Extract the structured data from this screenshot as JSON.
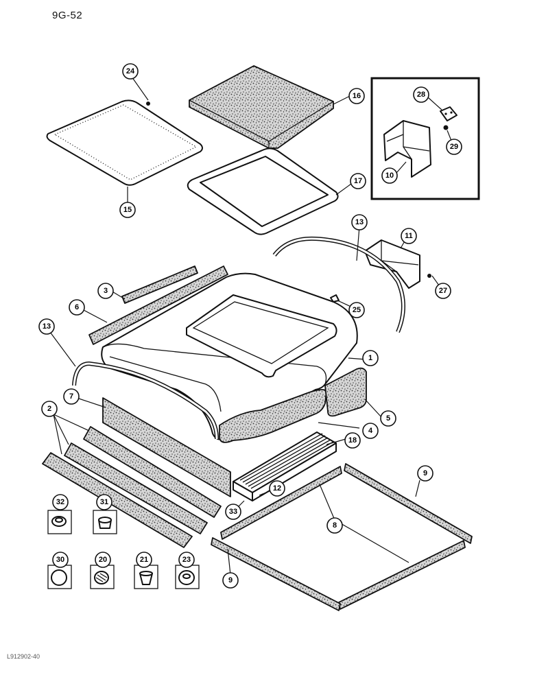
{
  "page_number": "9G-52",
  "drawing_code": "L912902-40",
  "callouts": [
    {
      "id": "24",
      "label": "24"
    },
    {
      "id": "16",
      "label": "16"
    },
    {
      "id": "28",
      "label": "28"
    },
    {
      "id": "29",
      "label": "29"
    },
    {
      "id": "10",
      "label": "10"
    },
    {
      "id": "17",
      "label": "17"
    },
    {
      "id": "15",
      "label": "15"
    },
    {
      "id": "13a",
      "label": "13"
    },
    {
      "id": "11",
      "label": "11"
    },
    {
      "id": "27",
      "label": "27"
    },
    {
      "id": "3",
      "label": "3"
    },
    {
      "id": "25",
      "label": "25"
    },
    {
      "id": "6",
      "label": "6"
    },
    {
      "id": "13b",
      "label": "13"
    },
    {
      "id": "1",
      "label": "1"
    },
    {
      "id": "7",
      "label": "7"
    },
    {
      "id": "2",
      "label": "2"
    },
    {
      "id": "5",
      "label": "5"
    },
    {
      "id": "4",
      "label": "4"
    },
    {
      "id": "18",
      "label": "18"
    },
    {
      "id": "9a",
      "label": "9"
    },
    {
      "id": "12",
      "label": "12"
    },
    {
      "id": "32",
      "label": "32"
    },
    {
      "id": "31",
      "label": "31"
    },
    {
      "id": "33",
      "label": "33"
    },
    {
      "id": "8",
      "label": "8"
    },
    {
      "id": "30",
      "label": "30"
    },
    {
      "id": "20",
      "label": "20"
    },
    {
      "id": "21",
      "label": "21"
    },
    {
      "id": "23",
      "label": "23"
    },
    {
      "id": "9b",
      "label": "9"
    }
  ]
}
